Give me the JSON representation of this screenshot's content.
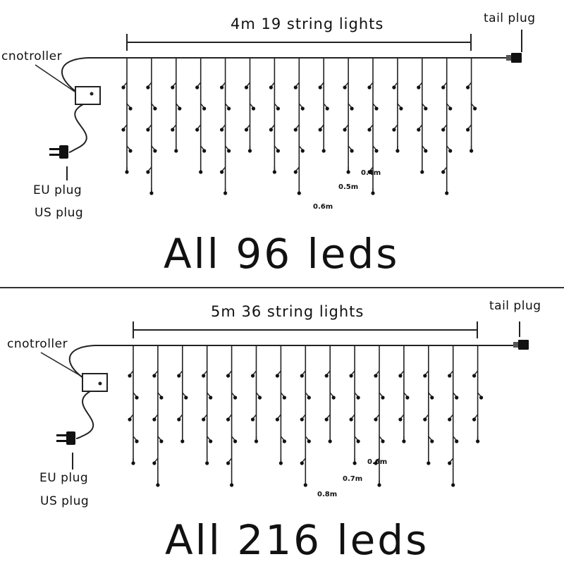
{
  "top": {
    "span_label": "4m 19 string lights",
    "tail_plug": "tail plug",
    "controller": "cnotroller",
    "eu_plug": "EU plug",
    "us_plug": "US plug",
    "total": "All 96 leds",
    "length_labels": [
      "0.4m",
      "0.5m",
      "0.6m"
    ]
  },
  "bottom": {
    "span_label": "5m 36 string lights",
    "tail_plug": "tail plug",
    "controller": "cnotroller",
    "eu_plug": "EU plug",
    "us_plug": "US plug",
    "total": "All 216 leds",
    "length_labels": [
      "0.6m",
      "0.7m",
      "0.8m"
    ]
  },
  "colors": {
    "line": "#222222",
    "text": "#111111"
  },
  "icons": [
    "controller-box-icon",
    "power-plug-icon",
    "tail-plug-icon"
  ]
}
